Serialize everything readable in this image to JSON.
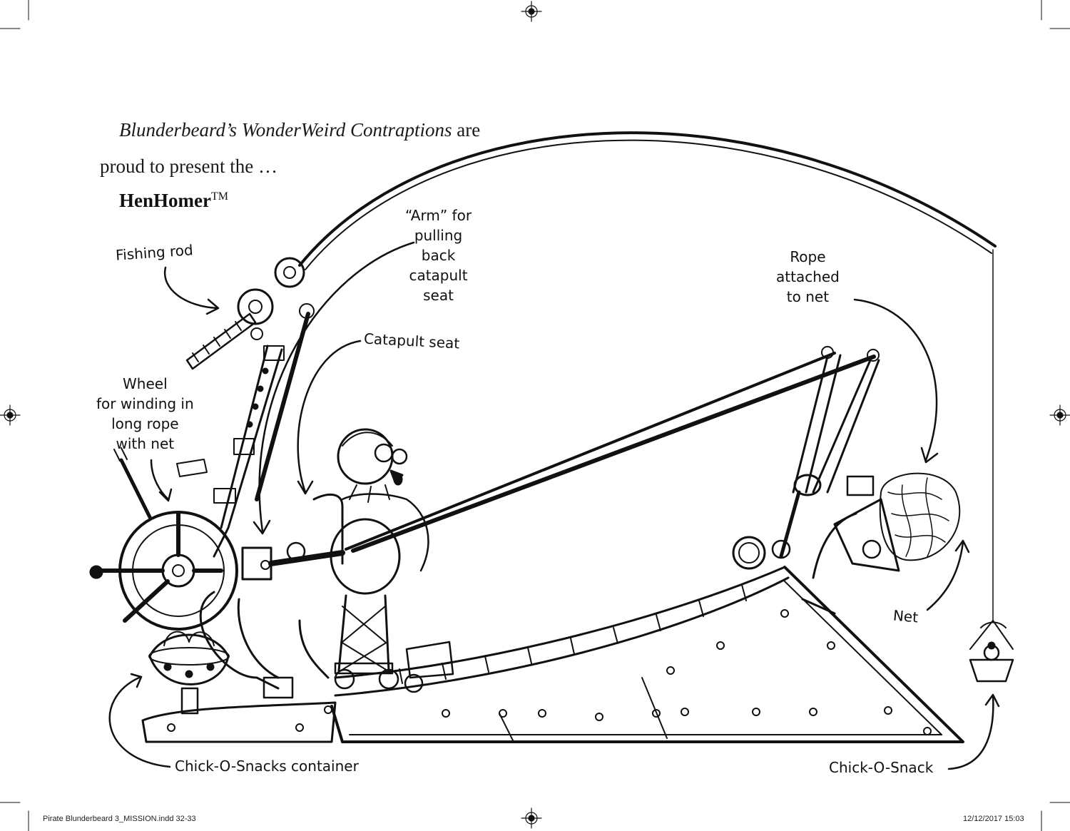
{
  "intro": {
    "title_italic": "Blunderbeard’s WonderWeird Contraptions",
    "title_rest": " are",
    "line2": "proud to present the …",
    "product_name": "HenHomer",
    "trademark": "TM"
  },
  "labels": {
    "fishing_rod": "Fishing rod",
    "arm": [
      "“Arm” for",
      "pulling",
      "back",
      "catapult",
      "seat"
    ],
    "catapult_seat": "Catapult seat",
    "rope": [
      "Rope",
      "attached",
      "to net"
    ],
    "wheel": [
      "Wheel",
      "for winding in",
      "long rope",
      "with net"
    ],
    "net": "Net",
    "container": "Chick-O-Snacks container",
    "snack": "Chick-O-Snack"
  },
  "footer": {
    "file": "Pirate Blunderbeard 3_MISSION.indd   32-33",
    "date": "12/12/2017   15:03"
  }
}
